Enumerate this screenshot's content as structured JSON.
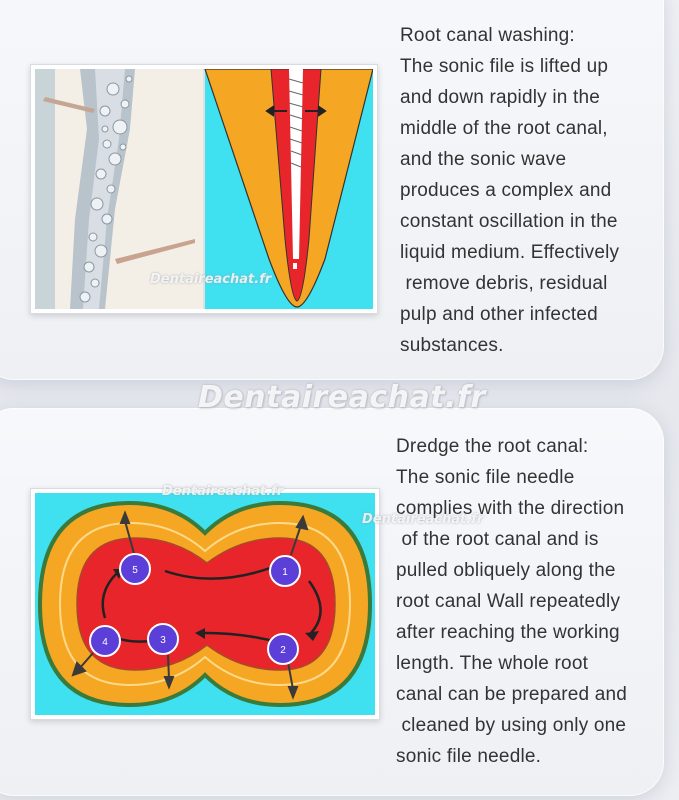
{
  "section1": {
    "lines": [
      "Root canal washing:",
      "The sonic file is lifted up",
      "and down rapidly in the",
      "middle of the root canal,",
      "and the sonic wave",
      "produces a complex and",
      "constant oscillation in the",
      "liquid medium. Effectively",
      " remove debris, residual",
      "pulp and other infected",
      "substances."
    ]
  },
  "section2": {
    "lines": [
      "Dredge the root canal:",
      "The sonic file needle",
      "complies with the direction",
      " of the root canal and is",
      "pulled obliquely along the",
      "root canal Wall repeatedly",
      "after reaching the working",
      "length. The whole root",
      "canal can be prepared and",
      " cleaned by using only one",
      "sonic file needle."
    ],
    "diagram_numbers": [
      "1",
      "2",
      "3",
      "4",
      "5"
    ]
  },
  "watermark": {
    "main": "Dentaireachat.fr",
    "small": "Dentaireachat.fr"
  },
  "colors": {
    "orange": "#f5a623",
    "red": "#e8252a",
    "cyan": "#3fe0f0",
    "purple": "#5b3fd8"
  }
}
